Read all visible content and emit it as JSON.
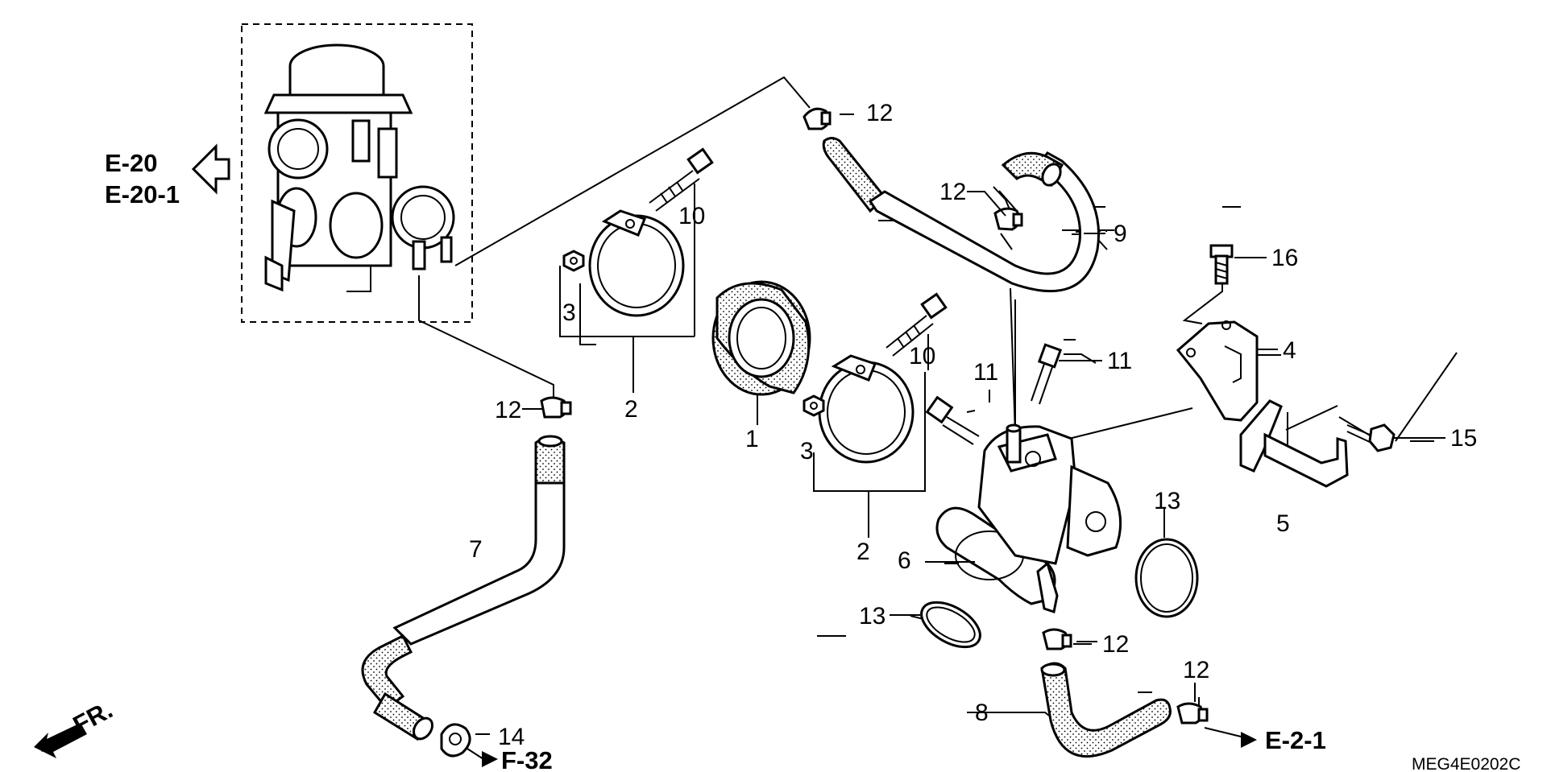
{
  "diagram": {
    "callouts": [
      {
        "id": "c1",
        "text": "1"
      },
      {
        "id": "c2a",
        "text": "2"
      },
      {
        "id": "c2b",
        "text": "2"
      },
      {
        "id": "c3a",
        "text": "3"
      },
      {
        "id": "c3b",
        "text": "3"
      },
      {
        "id": "c4",
        "text": "4"
      },
      {
        "id": "c5",
        "text": "5"
      },
      {
        "id": "c6",
        "text": "6"
      },
      {
        "id": "c7",
        "text": "7"
      },
      {
        "id": "c8",
        "text": "8"
      },
      {
        "id": "c9",
        "text": "9"
      },
      {
        "id": "c10a",
        "text": "10"
      },
      {
        "id": "c10b",
        "text": "10"
      },
      {
        "id": "c11a",
        "text": "11"
      },
      {
        "id": "c11b",
        "text": "11"
      },
      {
        "id": "c12a",
        "text": "12"
      },
      {
        "id": "c12b",
        "text": "12"
      },
      {
        "id": "c12c",
        "text": "12"
      },
      {
        "id": "c12d",
        "text": "12"
      },
      {
        "id": "c12e",
        "text": "12"
      },
      {
        "id": "c13a",
        "text": "13"
      },
      {
        "id": "c13b",
        "text": "13"
      },
      {
        "id": "c14",
        "text": "14"
      },
      {
        "id": "c15",
        "text": "15"
      },
      {
        "id": "c16",
        "text": "16"
      }
    ],
    "references": {
      "e20": "E-20",
      "e201": "E-20-1",
      "f32": "F-32",
      "e21": "E-2-1"
    },
    "direction_label": "FR.",
    "drawing_code": "MEG4E0202C"
  }
}
